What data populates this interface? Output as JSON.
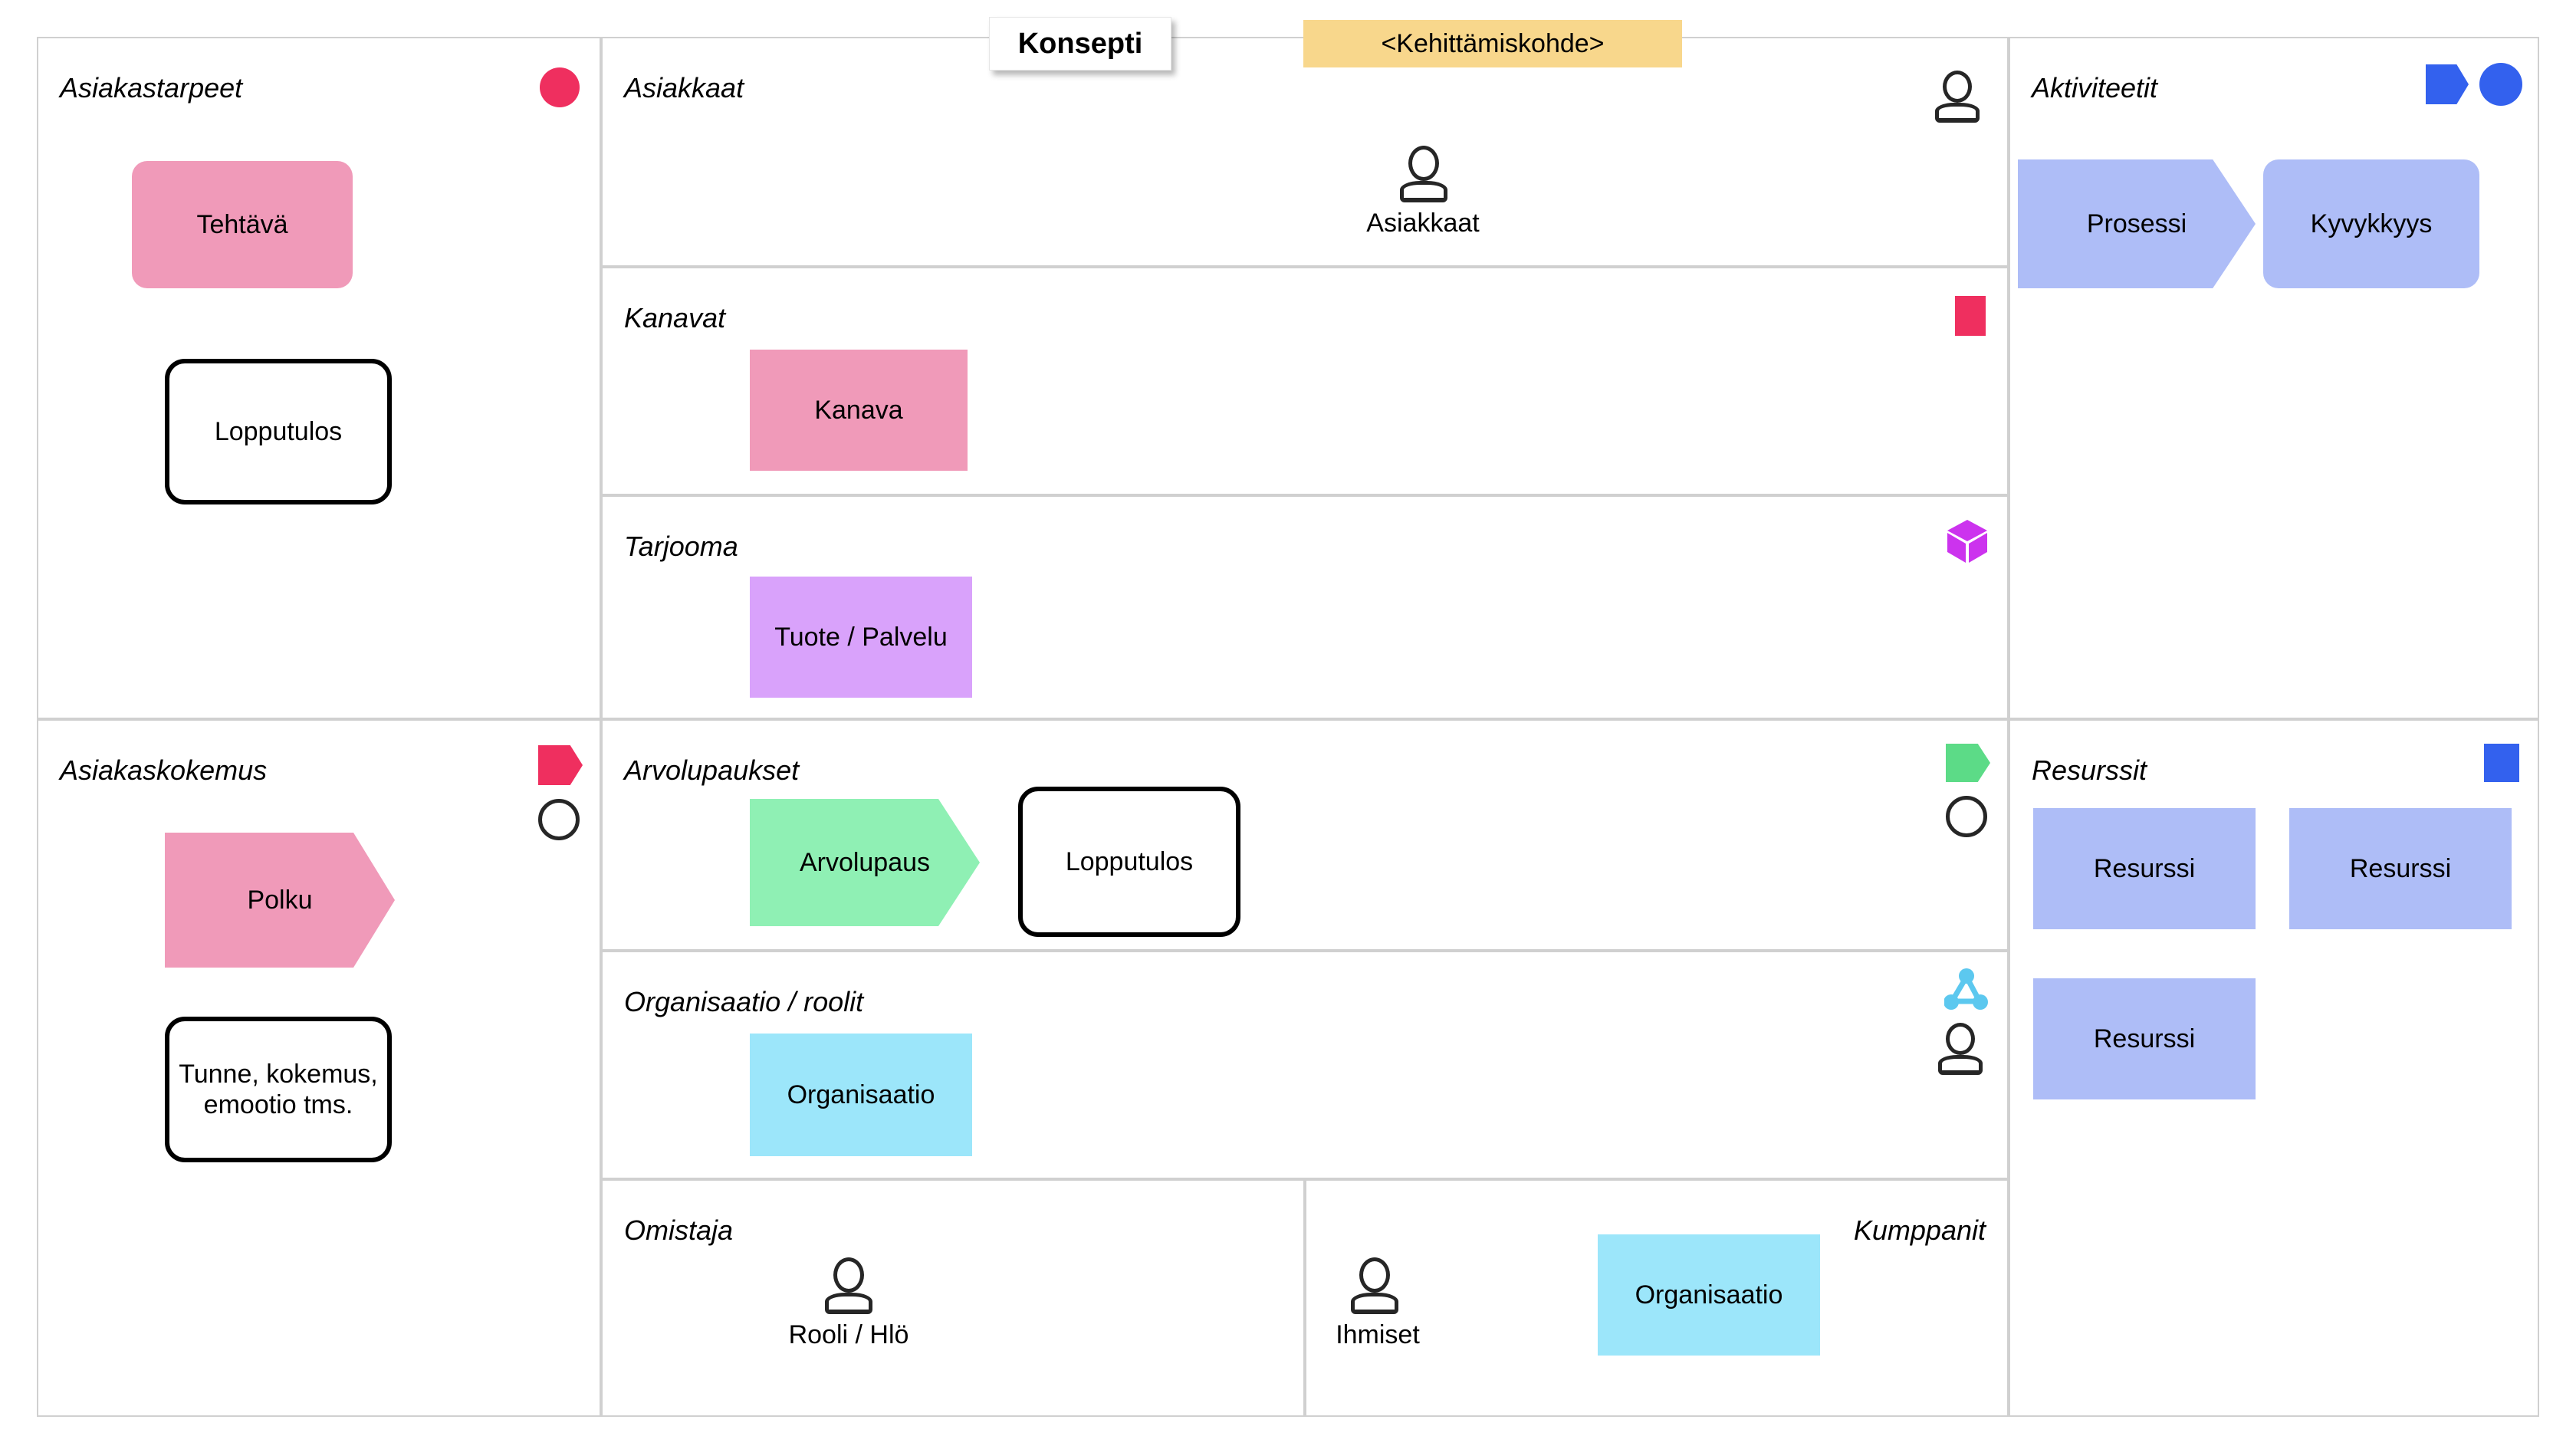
{
  "header": {
    "tab_label": "Konsepti",
    "banner_label": "<Kehittämiskohde>"
  },
  "colors": {
    "pink_block": "#f09ab9",
    "pink_crimson": "#ef2f5f",
    "purple_block": "#d9a2fb",
    "purple_icon": "#cc33ee",
    "green_block": "#8ff0b4",
    "green_icon": "#5cdb87",
    "blue_block": "#aebdf7",
    "blue_icon": "#3361ee",
    "cyan_block": "#9ce6fa",
    "cyan_icon": "#5cc8ef",
    "border": "#d0d0d0",
    "banner": "#f8d78c",
    "outline": "#000000"
  },
  "panels": {
    "asiakastarpeet": {
      "title": "Asiakastarpeet",
      "icons": [
        "circle-filled-icon"
      ],
      "blocks": [
        {
          "label": "Tehtävä",
          "shape": "rounded-rect",
          "color": "#f09ab9"
        },
        {
          "label": "Lopputulos",
          "shape": "outline-rounded-rect",
          "color": "#ffffff"
        }
      ]
    },
    "asiakkaat": {
      "title": "Asiakkaat",
      "icons": [
        "person-icon"
      ],
      "person": {
        "label": "Asiakkaat"
      }
    },
    "kanavat": {
      "title": "Kanavat",
      "icons": [
        "rect-filled-icon"
      ],
      "blocks": [
        {
          "label": "Kanava",
          "shape": "rect",
          "color": "#f09ab9"
        }
      ]
    },
    "tarjooma": {
      "title": "Tarjooma",
      "icons": [
        "cube-icon"
      ],
      "blocks": [
        {
          "label": "Tuote / Palvelu",
          "shape": "rect",
          "color": "#d9a2fb"
        }
      ]
    },
    "aktiviteetit": {
      "title": "Aktiviteetit",
      "icons": [
        "chevron-filled-icon",
        "circle-filled-icon"
      ],
      "blocks": [
        {
          "label": "Prosessi",
          "shape": "chevron",
          "color": "#aebdf7"
        },
        {
          "label": "Kyvykkyys",
          "shape": "rounded-rect",
          "color": "#aebdf7"
        }
      ]
    },
    "asiakaskokemus": {
      "title": "Asiakaskokemus",
      "icons": [
        "chevron-filled-icon",
        "circle-outline-icon"
      ],
      "blocks": [
        {
          "label": "Polku",
          "shape": "chevron",
          "color": "#f09ab9"
        },
        {
          "label": "Tunne, kokemus,\nemootio tms.",
          "shape": "outline-rounded-rect",
          "color": "#ffffff"
        }
      ]
    },
    "arvolupaukset": {
      "title": "Arvolupaukset",
      "icons": [
        "chevron-filled-icon",
        "circle-outline-icon"
      ],
      "blocks": [
        {
          "label": "Arvolupaus",
          "shape": "chevron",
          "color": "#8ff0b4"
        },
        {
          "label": "Lopputulos",
          "shape": "outline-rounded-rect",
          "color": "#ffffff"
        }
      ]
    },
    "organisaatio_roolit": {
      "title": "Organisaatio / roolit",
      "icons": [
        "network-node-icon",
        "person-icon"
      ],
      "blocks": [
        {
          "label": "Organisaatio",
          "shape": "rect",
          "color": "#9ce6fa"
        }
      ]
    },
    "omistaja": {
      "title": "Omistaja",
      "person": {
        "label": "Rooli / Hlö"
      }
    },
    "kumppanit": {
      "title": "Kumppanit",
      "person": {
        "label": "Ihmiset"
      },
      "blocks": [
        {
          "label": "Organisaatio",
          "shape": "rect",
          "color": "#9ce6fa"
        }
      ]
    },
    "resurssit": {
      "title": "Resurssit",
      "icons": [
        "rect-filled-icon"
      ],
      "blocks": [
        {
          "label": "Resurssi",
          "shape": "rect",
          "color": "#aebdf7"
        },
        {
          "label": "Resurssi",
          "shape": "rect",
          "color": "#aebdf7"
        },
        {
          "label": "Resurssi",
          "shape": "rect",
          "color": "#aebdf7"
        }
      ]
    }
  }
}
